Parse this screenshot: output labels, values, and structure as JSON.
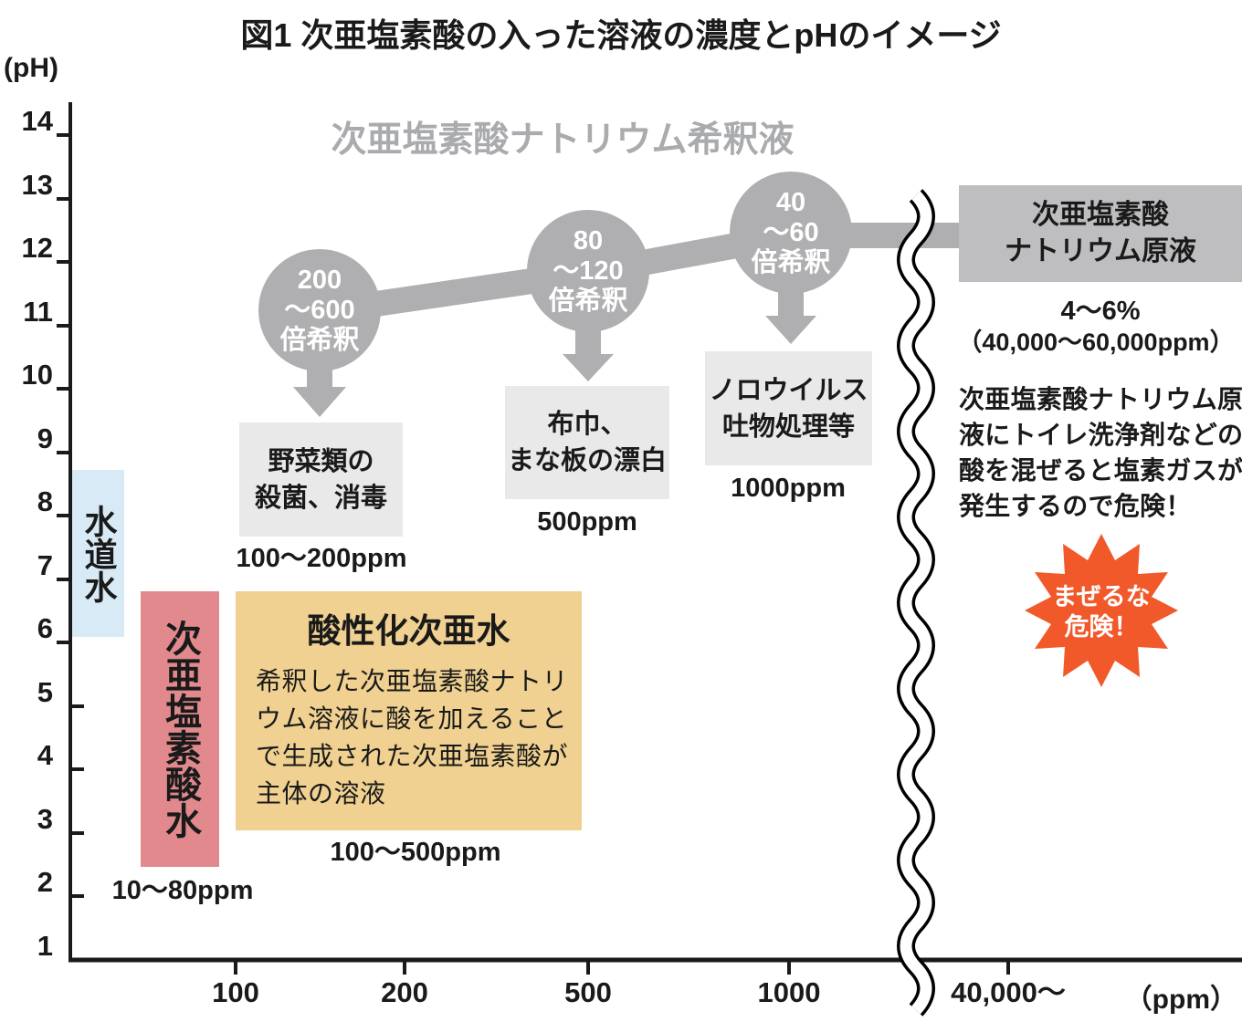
{
  "figure": {
    "title": "図1 次亜塩素酸の入った溶液の濃度とpHのイメージ",
    "y_axis_label": "(pH)",
    "x_axis_label": "（ppm）",
    "y_ticks": [
      "14",
      "13",
      "12",
      "11",
      "10",
      "9",
      "8",
      "7",
      "6",
      "5",
      "4",
      "3",
      "2",
      "1"
    ],
    "x_ticks": [
      "100",
      "200",
      "500",
      "1000",
      "40,000〜"
    ]
  },
  "band": {
    "label": "次亜塩素酸ナトリウム希釈液"
  },
  "circles": [
    {
      "line1": "200",
      "line2": "〜600",
      "line3": "倍希釈"
    },
    {
      "line1": "80",
      "line2": "〜120",
      "line3": "倍希釈"
    },
    {
      "line1": "40",
      "line2": "〜60",
      "line3": "倍希釈"
    }
  ],
  "uses": [
    {
      "line1": "野菜類の",
      "line2": "殺菌、消毒",
      "ppm": "100〜200ppm"
    },
    {
      "line1": "布巾、",
      "line2": "まな板の漂白",
      "ppm": "500ppm"
    },
    {
      "line1": "ノロウイルス",
      "line2": "吐物処理等",
      "ppm": "1000ppm"
    }
  ],
  "stock": {
    "line1": "次亜塩素酸",
    "line2": "ナトリウム原液",
    "percent": "4〜6%",
    "ppm": "（40,000〜60,000ppm）",
    "warning1": "次亜塩素酸ナトリウム原",
    "warning2": "液にトイレ洗浄剤などの",
    "warning3": "酸を混ぜると塩素ガスが",
    "warning4": "発生するので危険！",
    "badge1": "まぜるな",
    "badge2": "危険！"
  },
  "tap_water": {
    "label": "水道水"
  },
  "hocl_water": {
    "label": "次亜塩素酸水",
    "ppm": "10〜80ppm"
  },
  "acidified": {
    "title": "酸性化次亜水",
    "body1": "希釈した次亜塩素酸ナトリ",
    "body2": "ウム溶液に酸を加えること",
    "body3": "で生成された次亜塩素酸が",
    "body4": "主体の溶液",
    "ppm": "100〜500ppm"
  },
  "colors": {
    "band_gray": "#AFAFB1",
    "stock_box_gray": "#BEBEC0",
    "band_title_gray": "#A9ABAE",
    "use_box_gray": "#E9E9EA",
    "tap_water_blue": "#D7EAF6",
    "hocl_pink": "#E1898C",
    "acidified_yellow": "#F0D191",
    "warning_orange": "#F1582A",
    "axis_black": "#1A1A1A"
  },
  "chart_data": {
    "type": "area",
    "title": "図1 次亜塩素酸の入った溶液の濃度とpHのイメージ",
    "xlabel": "（ppm）",
    "ylabel": "(pH)",
    "x_ticks": [
      "100",
      "200",
      "500",
      "1000",
      "40,000〜"
    ],
    "ylim": [
      1,
      14
    ],
    "grid": false,
    "x_axis_break": "wavy break between 1000 and 40,000 ppm",
    "series": [
      {
        "name": "次亜塩素酸ナトリウム希釈液",
        "type": "band-with-markers",
        "points": [
          {
            "label": "200〜600倍希釈",
            "ph": 11.2,
            "use": "野菜類の殺菌、消毒",
            "concentration": "100〜200ppm"
          },
          {
            "label": "80〜120倍希釈",
            "ph": 11.9,
            "use": "布巾、まな板の漂白",
            "concentration": "500ppm"
          },
          {
            "label": "40〜60倍希釈",
            "ph": 12.5,
            "use": "ノロウイルス吐物処理等",
            "concentration": "1000ppm"
          },
          {
            "label": "次亜塩素酸ナトリウム原液",
            "ph": 12.4,
            "concentration": "4〜6%（40,000〜60,000ppm）"
          }
        ]
      }
    ],
    "regions": [
      {
        "name": "水道水",
        "ph_range": [
          6.1,
          8.7
        ],
        "position": "left of 100ppm",
        "color": "#D7EAF6"
      },
      {
        "name": "次亜塩素酸水",
        "ph_range": [
          2.5,
          6.8
        ],
        "concentration": "10〜80ppm",
        "color": "#E1898C"
      },
      {
        "name": "酸性化次亜水",
        "ph_range": [
          3.0,
          6.8
        ],
        "concentration": "100〜500ppm",
        "color": "#F0D191",
        "description": "希釈した次亜塩素酸ナトリウム溶液に酸を加えることで生成された次亜塩素酸が主体の溶液"
      }
    ],
    "annotations": [
      {
        "text": "次亜塩素酸ナトリウム原液にトイレ洗浄剤などの酸を混ぜると塩素ガスが発生するので危険！"
      },
      {
        "text": "まぜるな危険！",
        "style": "orange starburst badge"
      }
    ]
  }
}
